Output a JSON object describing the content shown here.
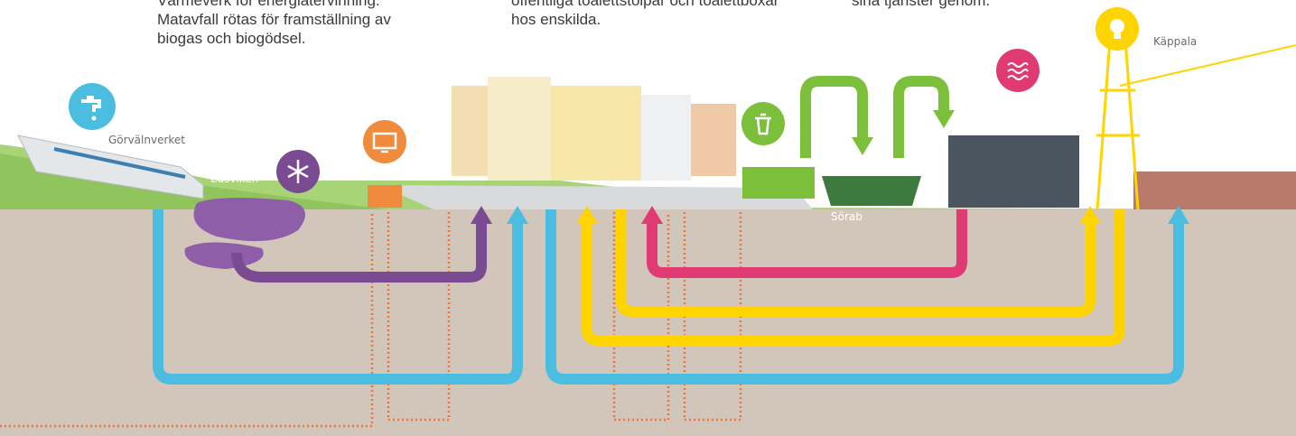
{
  "text_blocks": {
    "left": {
      "line1": "Värmeverk för energiåtervinning.",
      "line2": "Matavfall rötas för framställning av",
      "line3": "biogas och biogödsel."
    },
    "middle": {
      "line1": "offentliga toalettstolpar och toalettboxar",
      "line2": "hos enskilda."
    },
    "right": {
      "line1": "sina tjänster genom."
    }
  },
  "places": {
    "gorvalnverket": "Görvälnverket",
    "edsviken": "Edsviken",
    "sorab": "Sörab",
    "kappala": "Käppala"
  },
  "colors": {
    "water_blue": "#4bbde0",
    "purple": "#7a4b93",
    "magenta": "#e03a72",
    "yellow": "#ffd400",
    "green": "#7cbf3a",
    "orange_dots": "#e8773a",
    "ground": "#d2c6bb",
    "grass": "#9fcf6a"
  },
  "icons": {
    "water": "water-tap-icon",
    "snow": "snowflake-icon",
    "tv": "monitor-icon",
    "trash": "trash-can-icon",
    "heat": "heat-waves-icon",
    "bulb": "light-bulb-icon"
  }
}
